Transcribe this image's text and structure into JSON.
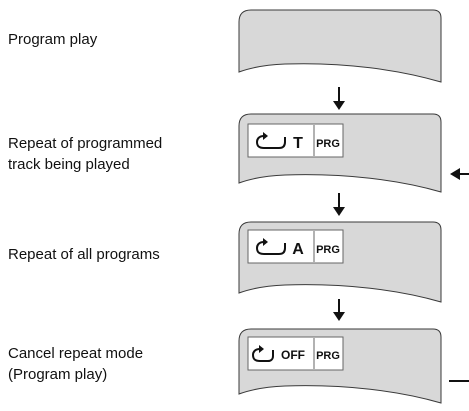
{
  "steps": [
    {
      "id": "program-play",
      "label_lines": [
        "Program play"
      ],
      "indicator": null
    },
    {
      "id": "repeat-track",
      "label_lines": [
        "Repeat of programmed",
        "track being played"
      ],
      "indicator": {
        "symbol": "T",
        "tag": "PRG"
      }
    },
    {
      "id": "repeat-all",
      "label_lines": [
        "Repeat of all programs"
      ],
      "indicator": {
        "symbol": "A",
        "tag": "PRG"
      }
    },
    {
      "id": "cancel-repeat",
      "label_lines": [
        "Cancel repeat mode",
        "(Program play)"
      ],
      "indicator": {
        "symbol": "OFF",
        "tag": "PRG"
      }
    }
  ],
  "icons": {
    "repeat": "repeat-icon",
    "flow_down": "arrow-down-icon",
    "loop_back": "loop-back-arrow"
  },
  "colors": {
    "panel_fill": "#d8d8d8",
    "panel_stroke": "#3a3a3a",
    "badge_fill": "#ffffff",
    "text": "#111111"
  }
}
